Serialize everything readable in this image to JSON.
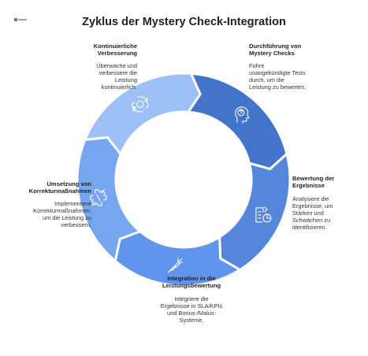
{
  "title": "Zyklus der Mystery Check-Integration",
  "colors": {
    "segments": [
      "#4275c9",
      "#5486da",
      "#5f95ec",
      "#76a6f0",
      "#9dc1f7"
    ]
  },
  "stages": [
    {
      "id": "durchfuehrung",
      "title": [
        "Durchführung von",
        "Mystery Checks"
      ],
      "description": [
        "Führe",
        "unangekündigte Tests",
        "durch, um die",
        "Leistung zu bewerten."
      ],
      "icon": "question-head-icon"
    },
    {
      "id": "bewertung",
      "title": [
        "Bewertung der",
        "Ergebnisse"
      ],
      "description": [
        "Analysiere die",
        "Ergebnisse, um",
        "Stärken und",
        "Schwächen zu",
        "identifizieren."
      ],
      "icon": "document-chart-icon"
    },
    {
      "id": "integration",
      "title": [
        "Integration in die",
        "Leistungsbewertung"
      ],
      "description": [
        "Integriere die",
        "Ergebnisse in SLA/KPIs",
        "und Bonus-/Malus-",
        "Systeme."
      ],
      "icon": "carrot-icon"
    },
    {
      "id": "umsetzung",
      "title": [
        "Umsetzung von",
        "Korrekturmaßnahmen"
      ],
      "description": [
        "Implementiere",
        "Korrekturmaßnahmen,",
        "um die Leistung zu",
        "verbessern."
      ],
      "icon": "gear-broken-icon"
    },
    {
      "id": "verbesserung",
      "title": [
        "Kontinuierliche",
        "Verbesserung"
      ],
      "description": [
        "Überwache und",
        "verbessere die",
        "Leistung",
        "kontinuierlich."
      ],
      "icon": "gear-refresh-icon"
    }
  ]
}
